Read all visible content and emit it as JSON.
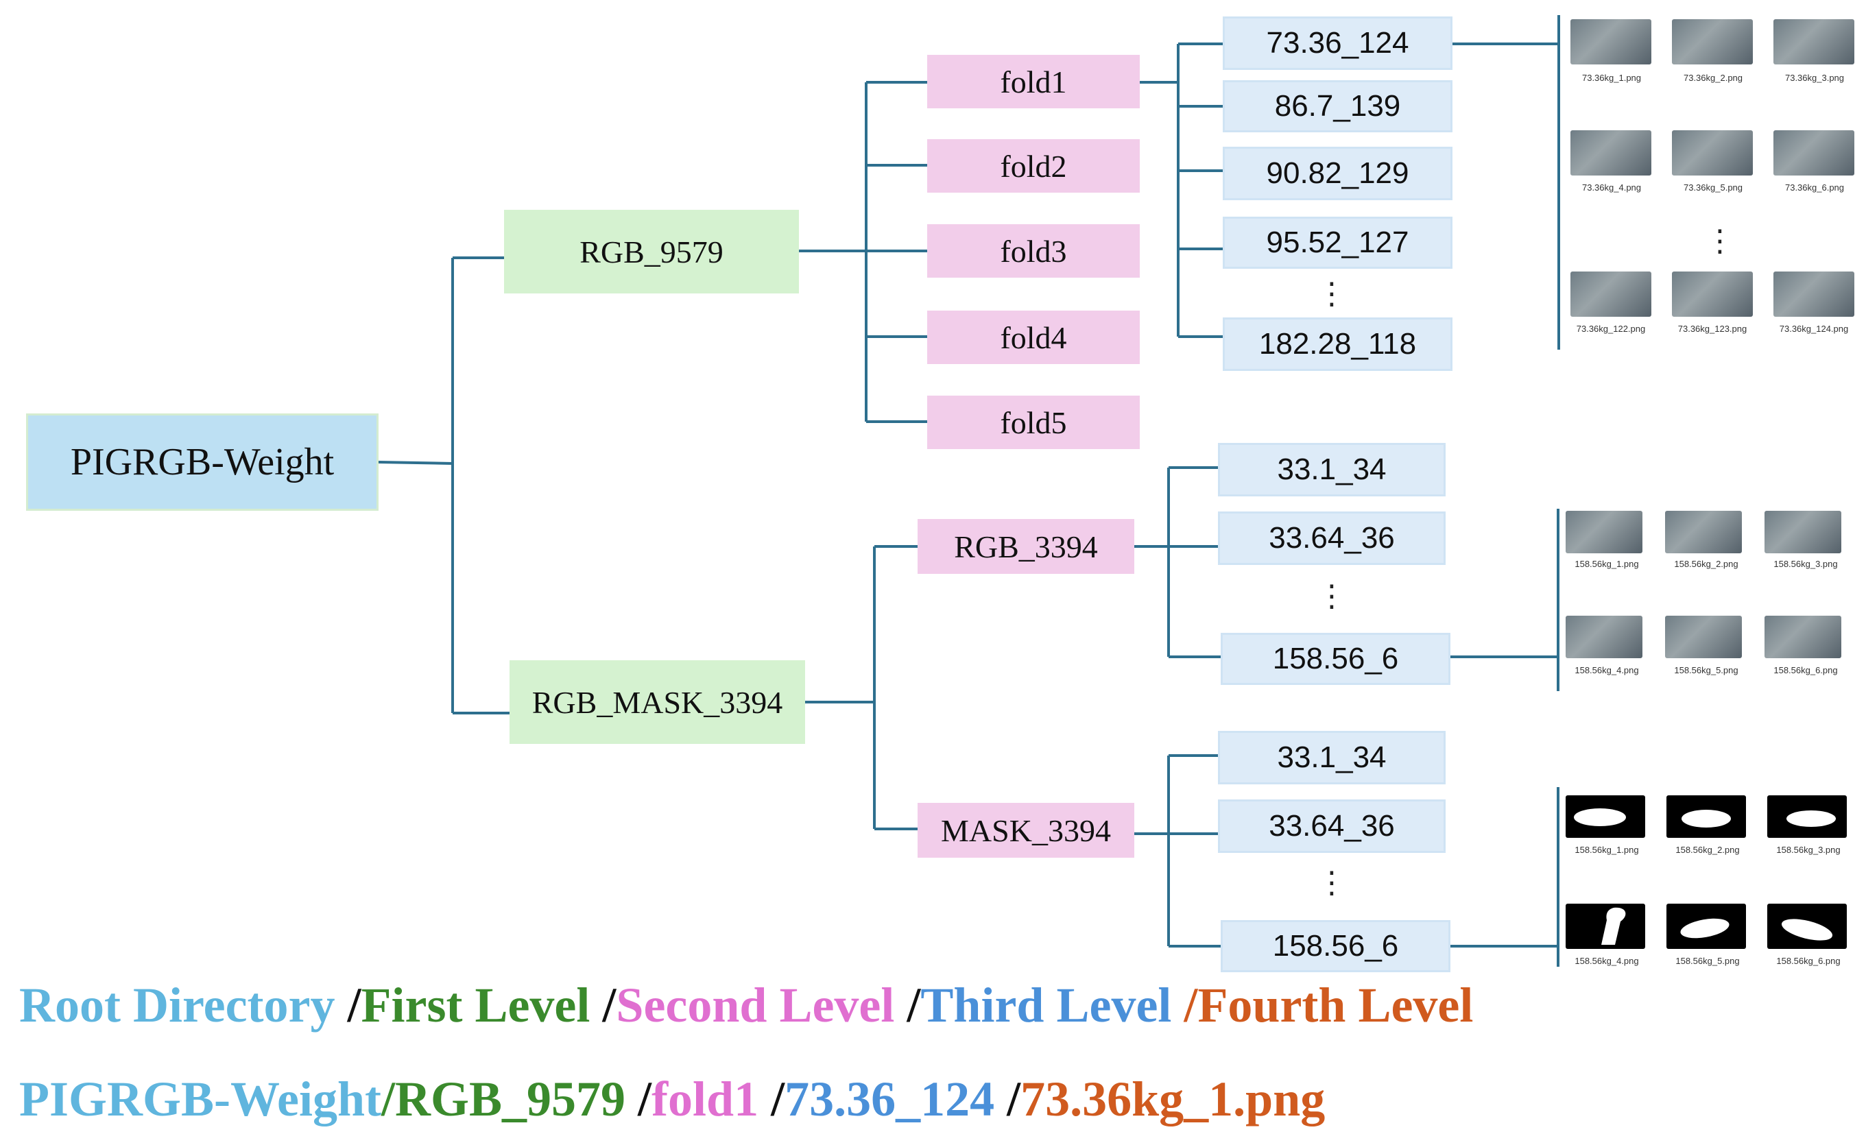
{
  "colors": {
    "root": "#5fb5de",
    "first": "#3a8a2c",
    "second": "#e06fd0",
    "third": "#4a90d9",
    "fourth": "#d05a1e",
    "connector": "#2e6f8e"
  },
  "root": {
    "label": "PIGRGB-Weight"
  },
  "level1": {
    "rgb_9579": "RGB_9579",
    "rgb_mask_3394": "RGB_MASK_3394"
  },
  "folds": [
    "fold1",
    "fold2",
    "fold3",
    "fold4",
    "fold5"
  ],
  "rgb3394": "RGB_3394",
  "mask3394": "MASK_3394",
  "fold1_items": [
    "73.36_124",
    "86.7_139",
    "90.82_129",
    "95.52_127",
    "182.28_118"
  ],
  "rgb3394_items": [
    "33.1_34",
    "33.64_36",
    "158.56_6"
  ],
  "mask3394_items": [
    "33.1_34",
    "33.64_36",
    "158.56_6"
  ],
  "ellipsis": "⋮",
  "thumbs_a": [
    "73.36kg_1.png",
    "73.36kg_2.png",
    "73.36kg_3.png",
    "73.36kg_4.png",
    "73.36kg_5.png",
    "73.36kg_6.png",
    "73.36kg_122.png",
    "73.36kg_123.png",
    "73.36kg_124.png"
  ],
  "thumbs_b": [
    "158.56kg_1.png",
    "158.56kg_2.png",
    "158.56kg_3.png",
    "158.56kg_4.png",
    "158.56kg_5.png",
    "158.56kg_6.png"
  ],
  "thumbs_c": [
    "158.56kg_1.png",
    "158.56kg_2.png",
    "158.56kg_3.png",
    "158.56kg_4.png",
    "158.56kg_5.png",
    "158.56kg_6.png"
  ],
  "legend": {
    "root": "Root Directory",
    "first": "First Level",
    "second": "Second Level",
    "third": "Third Level",
    "fourth": "Fourth Level",
    "sep": " /"
  },
  "example": {
    "root": "PIGRGB-Weight",
    "first": "/RGB_9579",
    "second": "fold1",
    "third": "73.36_124",
    "fourth": "73.36kg_1.png",
    "sep": " /"
  }
}
